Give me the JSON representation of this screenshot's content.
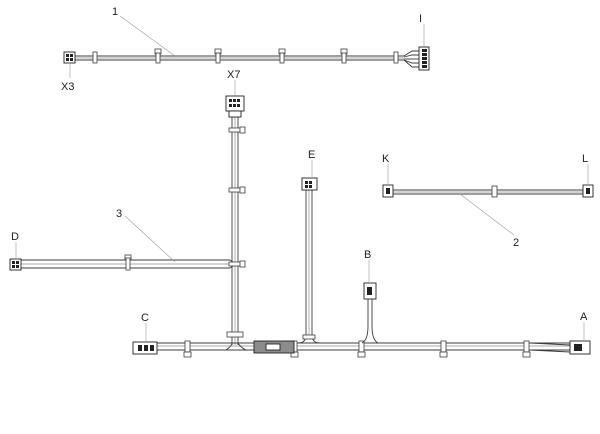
{
  "labels": {
    "harness1": "1",
    "harness2": "2",
    "harness3": "3",
    "connA": "A",
    "connB": "B",
    "connC": "C",
    "connD": "D",
    "connE": "E",
    "connI": "I",
    "connK": "K",
    "connL": "L",
    "connX3": "X3",
    "connX7": "X7"
  }
}
